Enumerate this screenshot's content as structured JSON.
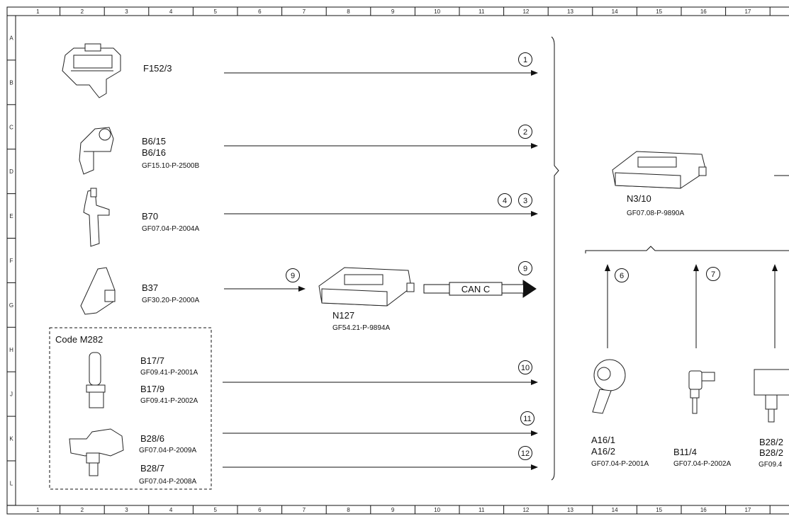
{
  "columns": [
    "1",
    "2",
    "3",
    "4",
    "5",
    "6",
    "7",
    "8",
    "9",
    "10",
    "11",
    "12",
    "13",
    "14",
    "15",
    "16",
    "17"
  ],
  "rows": [
    "A",
    "B",
    "C",
    "D",
    "E",
    "F",
    "G",
    "H",
    "J",
    "K",
    "L"
  ],
  "inputs": [
    {
      "id": "f152",
      "lines": [
        "F152/3"
      ],
      "ref": "",
      "badges": [
        "1"
      ]
    },
    {
      "id": "b6",
      "lines": [
        "B6/15",
        "B6/16"
      ],
      "ref": "GF15.10-P-2500B",
      "badges": [
        "2"
      ]
    },
    {
      "id": "b70",
      "lines": [
        "B70"
      ],
      "ref": "GF07.04-P-2004A",
      "badges": [
        "4",
        "3"
      ]
    },
    {
      "id": "b37",
      "lines": [
        "B37"
      ],
      "ref": "GF30.20-P-2000A",
      "badges": [
        "9"
      ]
    },
    {
      "id": "b17",
      "lines": [
        "B17/7",
        "B17/9"
      ],
      "ref": "GF09.41-P-2001A",
      "ref2": "GF09.41-P-2002A",
      "badges": [
        "10"
      ]
    },
    {
      "id": "b28a",
      "lines": [
        "B28/6"
      ],
      "ref": "GF07.04-P-2009A",
      "badges": [
        "11"
      ]
    },
    {
      "id": "b28b",
      "lines": [
        "B28/7"
      ],
      "ref": "GF07.04-P-2008A",
      "badges": [
        "12"
      ]
    }
  ],
  "code_box": {
    "label": "Code M282"
  },
  "n127": {
    "name": "N127",
    "ref": "GF54.21-P-9894A",
    "bus": "CAN C",
    "bus_badge": "9"
  },
  "n3_10": {
    "name": "N3/10",
    "ref": "GF07.08-P-9890A"
  },
  "right_sensors": [
    {
      "id": "a16",
      "lines": [
        "A16/1",
        "A16/2"
      ],
      "ref": "GF07.04-P-2001A",
      "badge": "6"
    },
    {
      "id": "b11",
      "lines": [
        "B11/4"
      ],
      "ref": "GF07.04-P-2002A",
      "badge": "7"
    },
    {
      "id": "b28r",
      "lines": [
        "B28/2",
        "B28/2"
      ],
      "ref": "GF09.4",
      "badge": ""
    }
  ]
}
